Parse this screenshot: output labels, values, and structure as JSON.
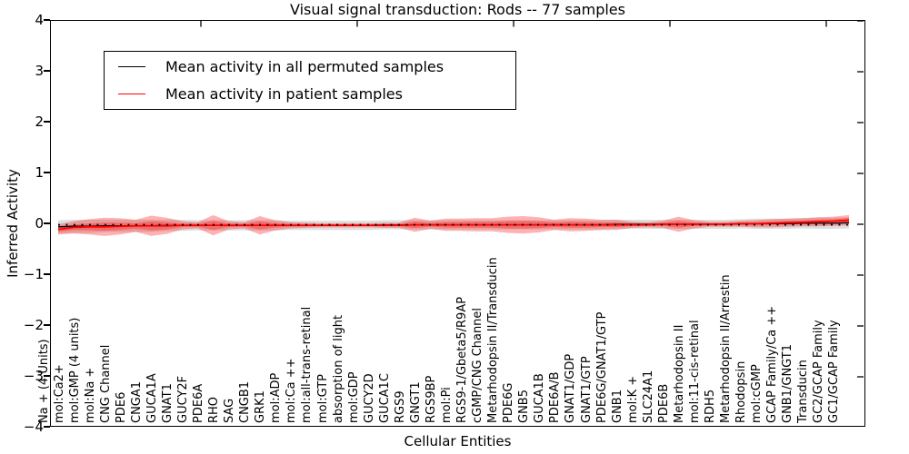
{
  "title": "Visual signal transduction: Rods -- 77 samples",
  "axes": {
    "xlabel": "Cellular Entities",
    "ylabel": "Inferred Activity",
    "ytick_labels": [
      "4",
      "3",
      "2",
      "1",
      "0",
      "−1",
      "−2",
      "−3",
      "−4"
    ],
    "ytick_values": [
      4,
      3,
      2,
      1,
      0,
      -1,
      -2,
      -3,
      -4
    ],
    "ylim": [
      -4,
      4
    ]
  },
  "legend": {
    "items": [
      {
        "label": "Mean activity in all permuted samples",
        "color": "#000000"
      },
      {
        "label": "Mean activity in patient samples",
        "color": "#ff0000"
      }
    ],
    "position": "upper left"
  },
  "colors": {
    "permuted_line": "#000000",
    "patient_line": "#ff0000",
    "patient_band": "#ff0000",
    "permuted_band": "#888888",
    "zero_line": "#000000"
  },
  "chart_data": {
    "type": "area",
    "title": "Visual signal transduction: Rods -- 77 samples",
    "xlabel": "Cellular Entities",
    "ylabel": "Inferred Activity",
    "ylim": [
      -4,
      4
    ],
    "grid": false,
    "legend_position": "upper left",
    "categories": [
      "Na + (4 Units)",
      "mol:Ca2+",
      "mol:GMP (4 units)",
      "mol:Na +",
      "CNG Channel",
      "PDE6",
      "CNGA1",
      "GUCA1A",
      "GNAT1",
      "GUCY2F",
      "PDE6A",
      "RHO",
      "SAG",
      "CNGB1",
      "GRK1",
      "mol:ADP",
      "mol:Ca ++",
      "mol:all-trans-retinal",
      "mol:GTP",
      "absorption of light",
      "mol:GDP",
      "GUCY2D",
      "GUCA1C",
      "RGS9",
      "GNGT1",
      "RGS9BP",
      "mol:Pi",
      "RGS9-1/Gbeta5/R9AP",
      "cGMP/CNG Channel",
      "Metarhodopsin II/Transducin",
      "PDE6G",
      "GNB5",
      "GUCA1B",
      "PDE6A/B",
      "GNAT1/GDP",
      "GNAT1/GTP",
      "PDE6G/GNAT1/GTP",
      "GNB1",
      "mol:K +",
      "SLC24A1",
      "PDE6B",
      "Metarhodopsin II",
      "mol:11-cis-retinal",
      "RDH5",
      "Metarhodopsin II/Arrestin",
      "Rhodopsin",
      "mol:cGMP",
      "GCAP Family/Ca ++",
      "GNB1/GNGT1",
      "Transducin",
      "GC2/GCAP Family",
      "GC1/GCAP Family"
    ],
    "series": [
      {
        "name": "Mean activity in all permuted samples",
        "color": "#000000",
        "values": [
          -0.05,
          -0.04,
          -0.04,
          -0.03,
          -0.03,
          -0.03,
          -0.03,
          -0.02,
          -0.02,
          -0.02,
          -0.02,
          -0.02,
          -0.02,
          -0.02,
          -0.02,
          -0.02,
          -0.02,
          -0.02,
          -0.02,
          -0.02,
          -0.02,
          -0.01,
          -0.01,
          -0.01,
          -0.01,
          -0.01,
          -0.01,
          -0.01,
          -0.01,
          -0.01,
          -0.01,
          -0.01,
          -0.01,
          -0.01,
          -0.01,
          -0.01,
          0,
          0,
          0,
          0,
          0,
          0,
          0,
          0,
          0.01,
          0.01,
          0.01,
          0.01,
          0.02,
          0.02,
          0.02,
          0.03
        ],
        "band_halfwidth": [
          0.13,
          0.13,
          0.13,
          0.12,
          0.12,
          0.12,
          0.12,
          0.11,
          0.11,
          0.1,
          0.1,
          0.1,
          0.1,
          0.1,
          0.1,
          0.09,
          0.09,
          0.09,
          0.09,
          0.09,
          0.09,
          0.09,
          0.09,
          0.09,
          0.09,
          0.09,
          0.09,
          0.09,
          0.09,
          0.09,
          0.09,
          0.09,
          0.09,
          0.09,
          0.09,
          0.09,
          0.09,
          0.09,
          0.09,
          0.09,
          0.09,
          0.09,
          0.09,
          0.09,
          0.09,
          0.1,
          0.1,
          0.1,
          0.1,
          0.11,
          0.11,
          0.11
        ]
      },
      {
        "name": "Mean activity in patient samples",
        "color": "#ff0000",
        "values": [
          -0.1,
          -0.06,
          -0.05,
          -0.05,
          -0.04,
          -0.03,
          -0.03,
          -0.03,
          -0.02,
          -0.02,
          -0.02,
          -0.02,
          -0.02,
          -0.02,
          -0.02,
          -0.02,
          -0.02,
          -0.02,
          -0.02,
          -0.02,
          -0.02,
          -0.02,
          -0.02,
          -0.01,
          -0.01,
          -0.01,
          -0.01,
          -0.01,
          -0.01,
          -0.01,
          -0.01,
          -0.01,
          -0.01,
          -0.01,
          -0.01,
          -0.01,
          -0.01,
          -0.01,
          -0.01,
          0,
          0,
          0,
          0,
          0,
          0.01,
          0.01,
          0.02,
          0.03,
          0.04,
          0.05,
          0.06,
          0.08
        ],
        "band_halfwidth": [
          0.1,
          0.12,
          0.15,
          0.18,
          0.16,
          0.12,
          0.2,
          0.16,
          0.08,
          0.06,
          0.2,
          0.08,
          0.06,
          0.18,
          0.1,
          0.06,
          0.05,
          0.04,
          0.04,
          0.04,
          0.04,
          0.05,
          0.05,
          0.14,
          0.08,
          0.12,
          0.12,
          0.13,
          0.13,
          0.16,
          0.17,
          0.15,
          0.1,
          0.13,
          0.12,
          0.1,
          0.1,
          0.06,
          0.05,
          0.07,
          0.15,
          0.08,
          0.05,
          0.05,
          0.06,
          0.07,
          0.08,
          0.08,
          0.08,
          0.09,
          0.09,
          0.1
        ]
      }
    ],
    "zero_reference_line": {
      "style": "dotted",
      "value": 0
    }
  }
}
